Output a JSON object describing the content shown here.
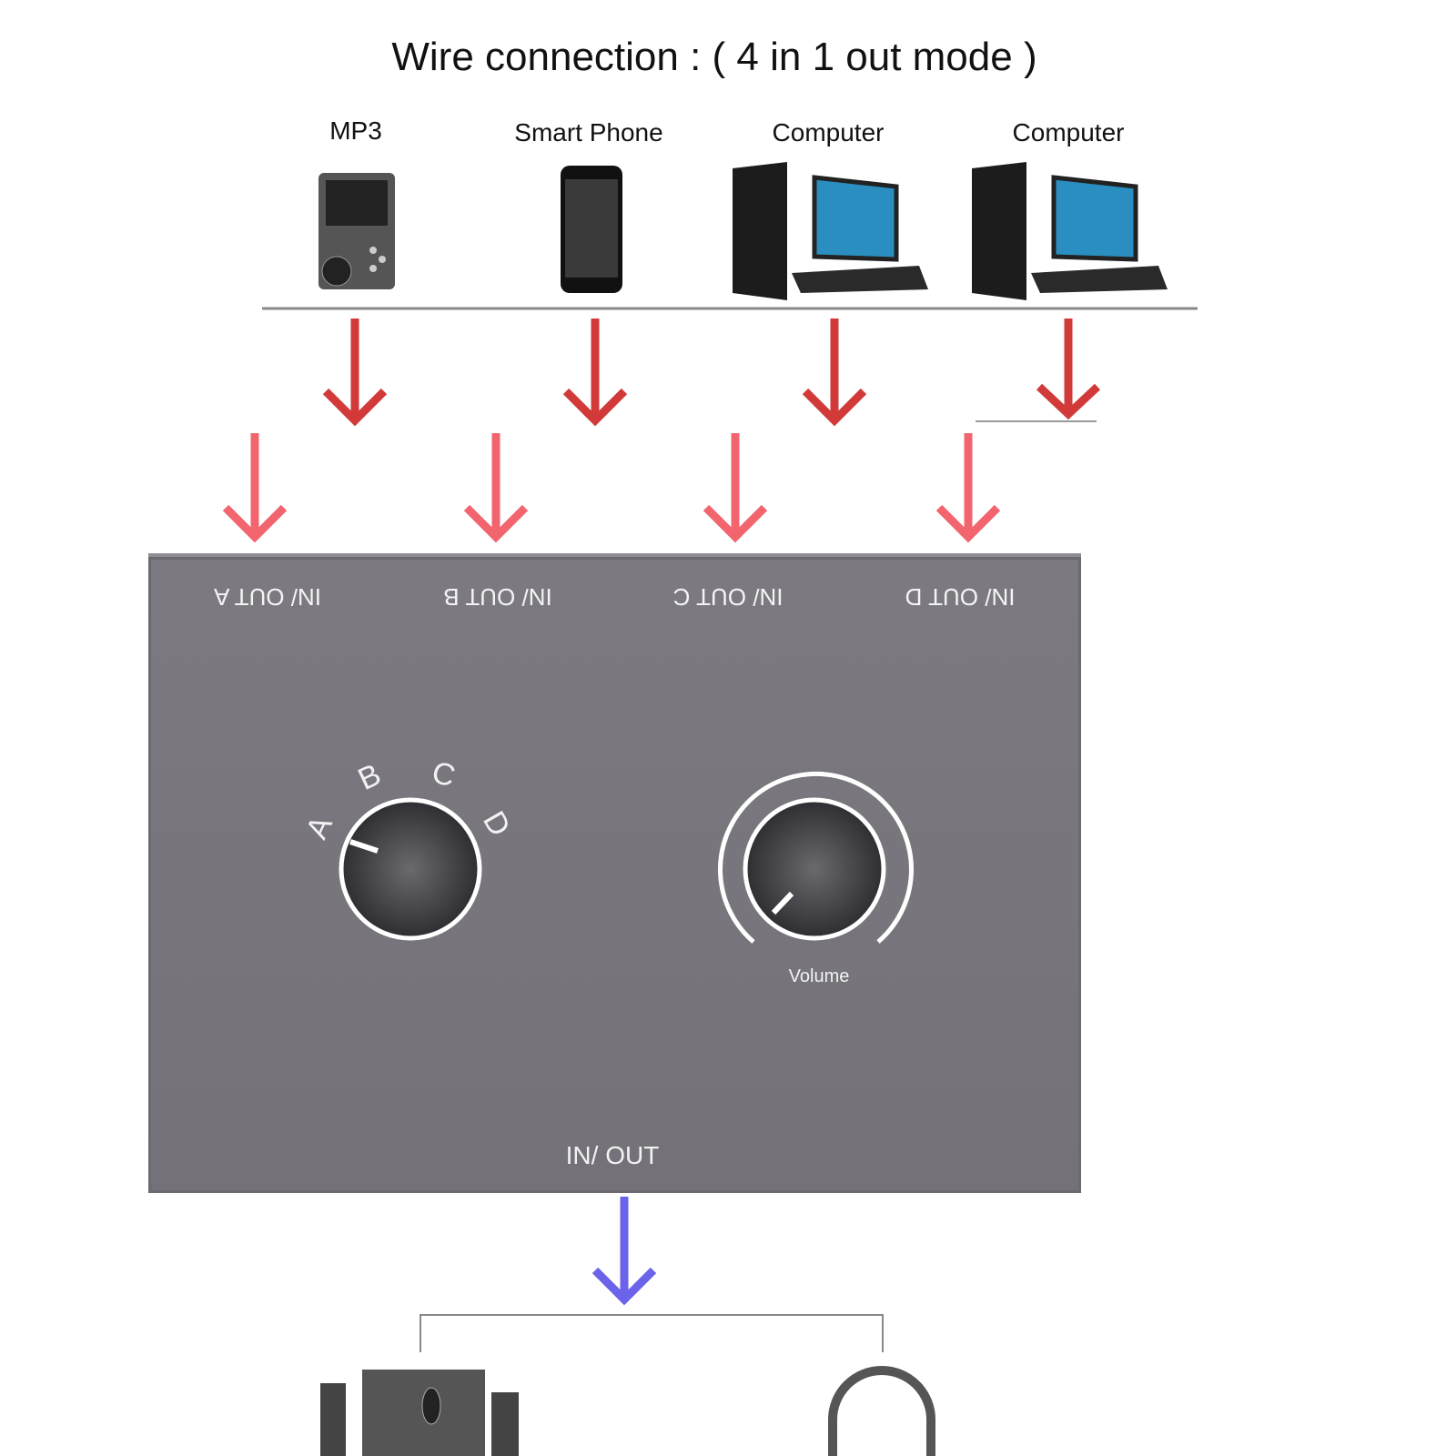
{
  "title": "Wire connection : ( 4 in 1 out mode )",
  "sources": [
    {
      "label": "MP3",
      "icon": "mp3-player-icon"
    },
    {
      "label": "Smart Phone",
      "icon": "smartphone-icon"
    },
    {
      "label": "Computer",
      "icon": "desktop-computer-icon"
    },
    {
      "label": "Computer",
      "icon": "desktop-computer-icon"
    }
  ],
  "device": {
    "ports": [
      "IN/ OUT A",
      "IN/ OUT B",
      "IN/ OUT C",
      "IN/ OUT D"
    ],
    "selector_positions": [
      "A",
      "B",
      "C",
      "D"
    ],
    "selected": "A",
    "volume_label": "Volume",
    "output_port": "IN/ OUT"
  },
  "outputs": [
    {
      "icon": "speaker-system-icon"
    },
    {
      "icon": "headphones-icon"
    }
  ],
  "colors": {
    "arrow_dark_red": "#d23a3a",
    "arrow_light_red": "#f2646e",
    "arrow_blue": "#6b63ea",
    "panel": "#78767b"
  }
}
